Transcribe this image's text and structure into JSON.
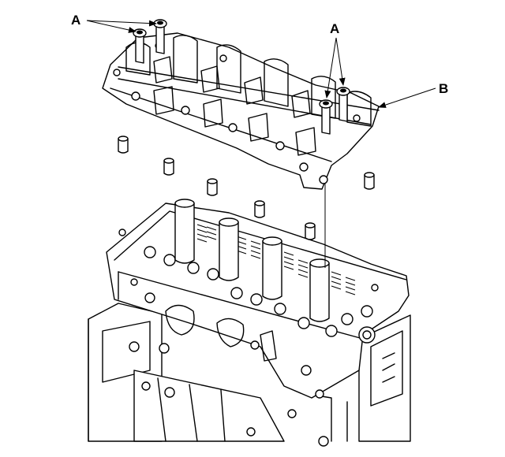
{
  "figure": {
    "callouts": {
      "a_left": "A",
      "a_right": "A",
      "b": "B"
    }
  }
}
